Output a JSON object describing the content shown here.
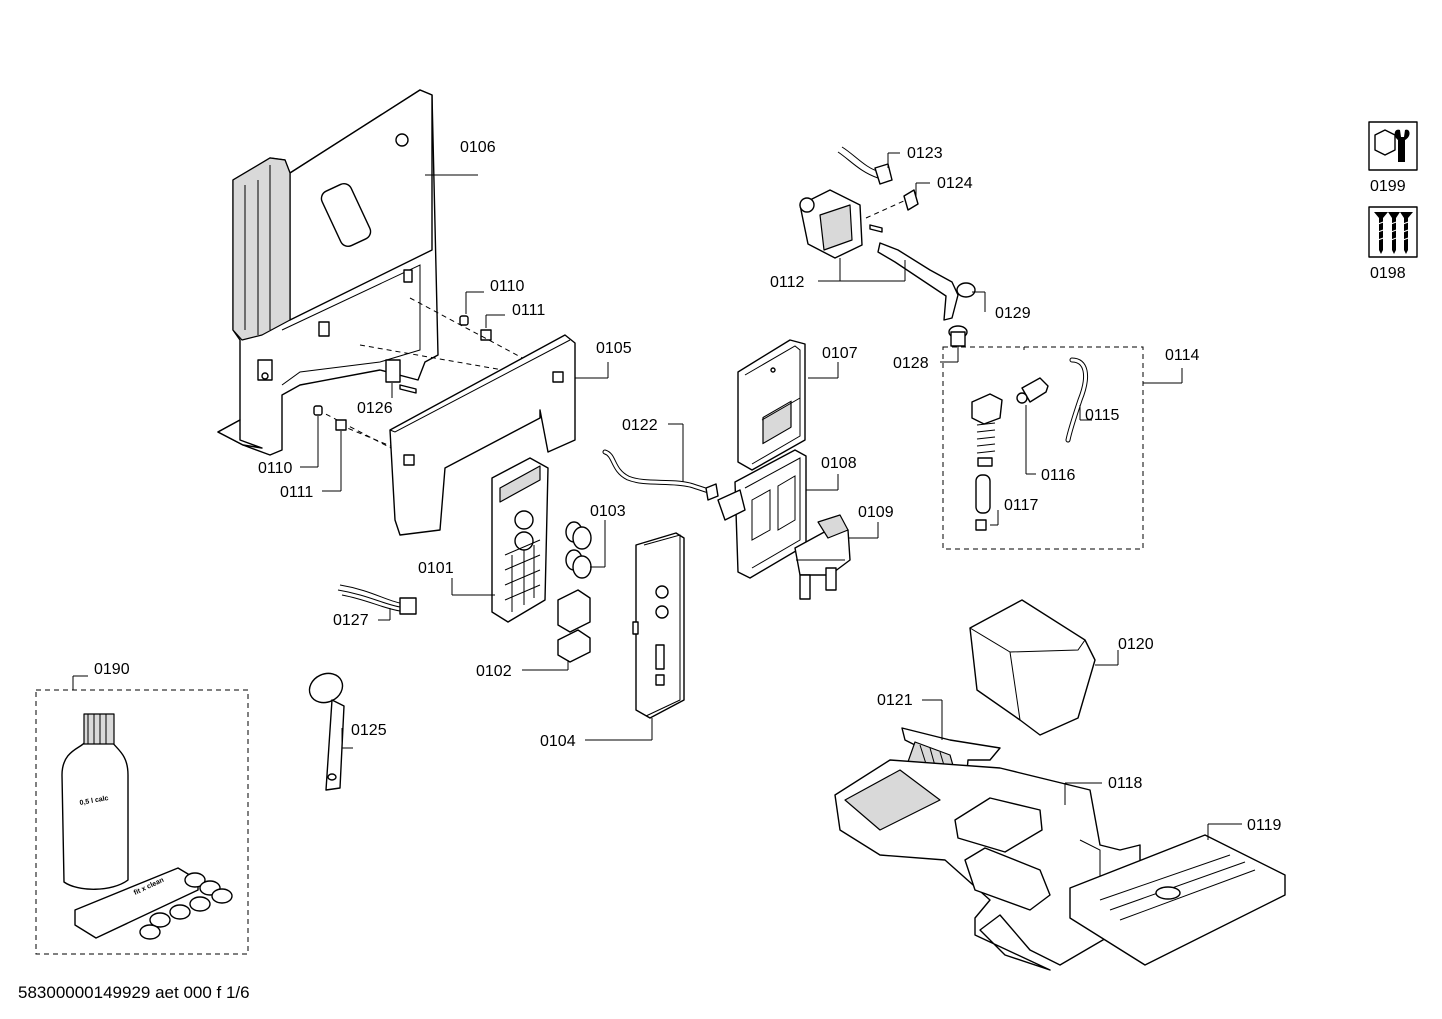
{
  "labels": {
    "p0101": "0101",
    "p0102": "0102",
    "p0103": "0103",
    "p0104": "0104",
    "p0105": "0105",
    "p0106": "0106",
    "p0107": "0107",
    "p0108": "0108",
    "p0109": "0109",
    "p0110a": "0110",
    "p0110b": "0110",
    "p0111a": "0111",
    "p0111b": "0111",
    "p0112": "0112",
    "p0114": "0114",
    "p0115": "0115",
    "p0116": "0116",
    "p0117": "0117",
    "p0118": "0118",
    "p0119": "0119",
    "p0120": "0120",
    "p0121": "0121",
    "p0122": "0122",
    "p0123": "0123",
    "p0124": "0124",
    "p0125": "0125",
    "p0126": "0126",
    "p0127": "0127",
    "p0128": "0128",
    "p0129": "0129",
    "p0190": "0190",
    "p0198": "0198",
    "p0199": "0199"
  },
  "bottle_text": "0,5 l calc",
  "pack_text": "fit x clean",
  "footer": "58300000149929 aet 000 f 1/6",
  "icons": {
    "p0199": "wrench-hex-icon",
    "p0198": "screws-icon"
  }
}
